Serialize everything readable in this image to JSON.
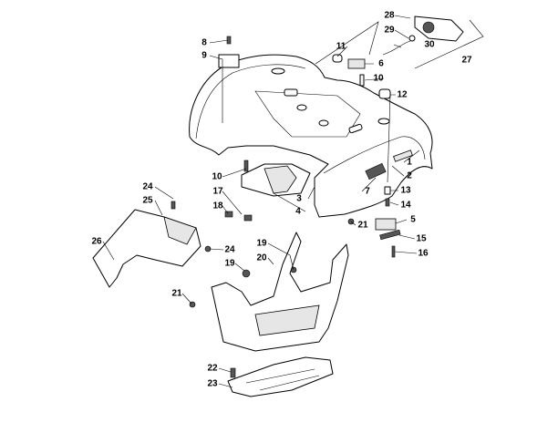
{
  "diagram": {
    "type": "exploded parts diagram",
    "callouts": [
      "1",
      "2",
      "3",
      "4",
      "5",
      "6",
      "7",
      "8",
      "9",
      "10",
      "11",
      "12",
      "13",
      "14",
      "15",
      "16",
      "17",
      "18",
      "19",
      "20",
      "21",
      "22",
      "23",
      "24",
      "25",
      "26",
      "27",
      "28",
      "29",
      "30"
    ]
  }
}
